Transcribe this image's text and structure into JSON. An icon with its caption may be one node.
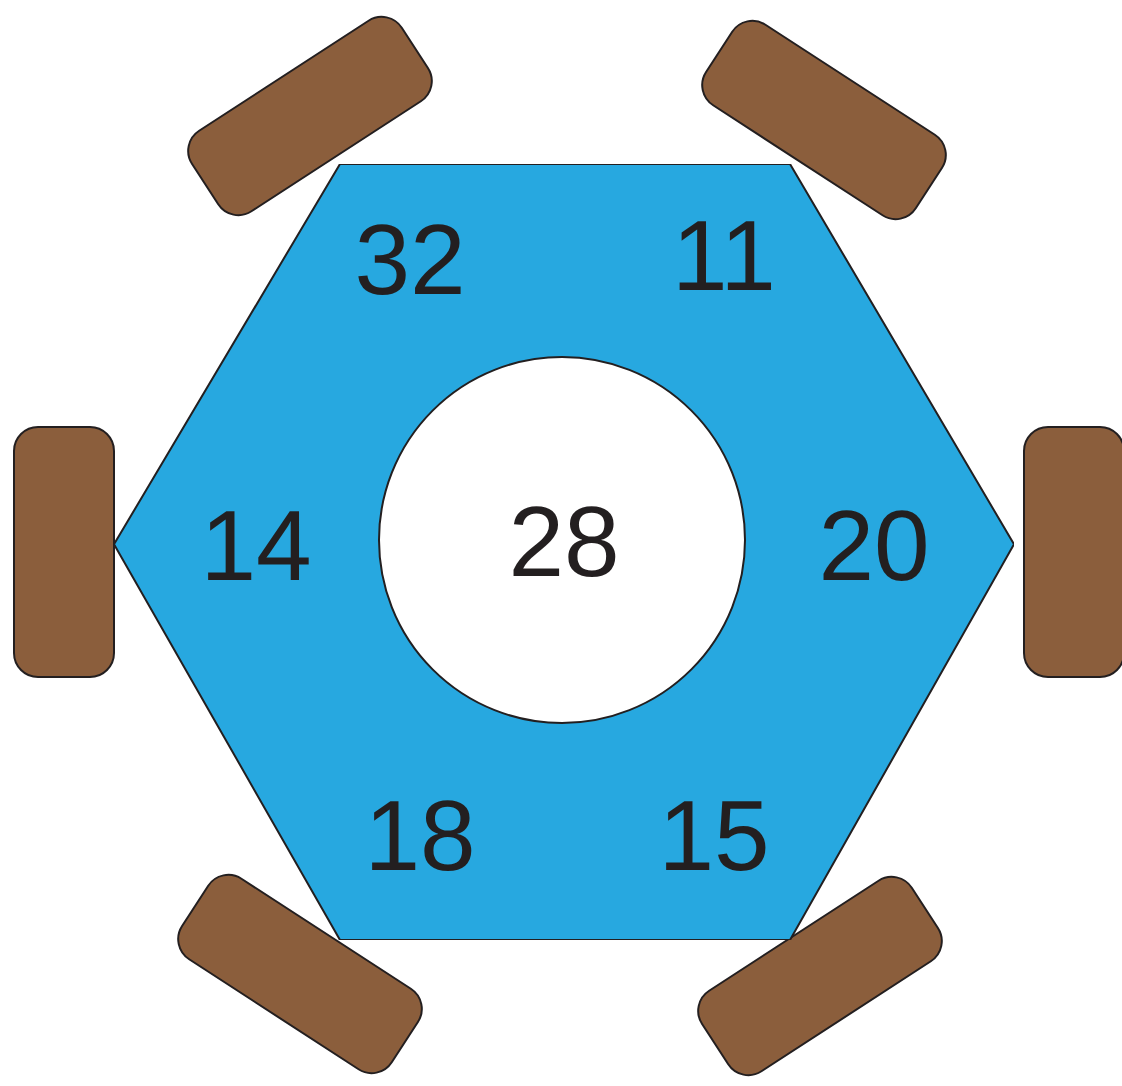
{
  "diagram": {
    "nodes": [
      {
        "text": [
          "32",
          "11",
          "14",
          "20",
          "18",
          "15"
        ]
      },
      {
        "text": [
          "28"
        ],
        "in": 0
      }
    ]
  }
}
